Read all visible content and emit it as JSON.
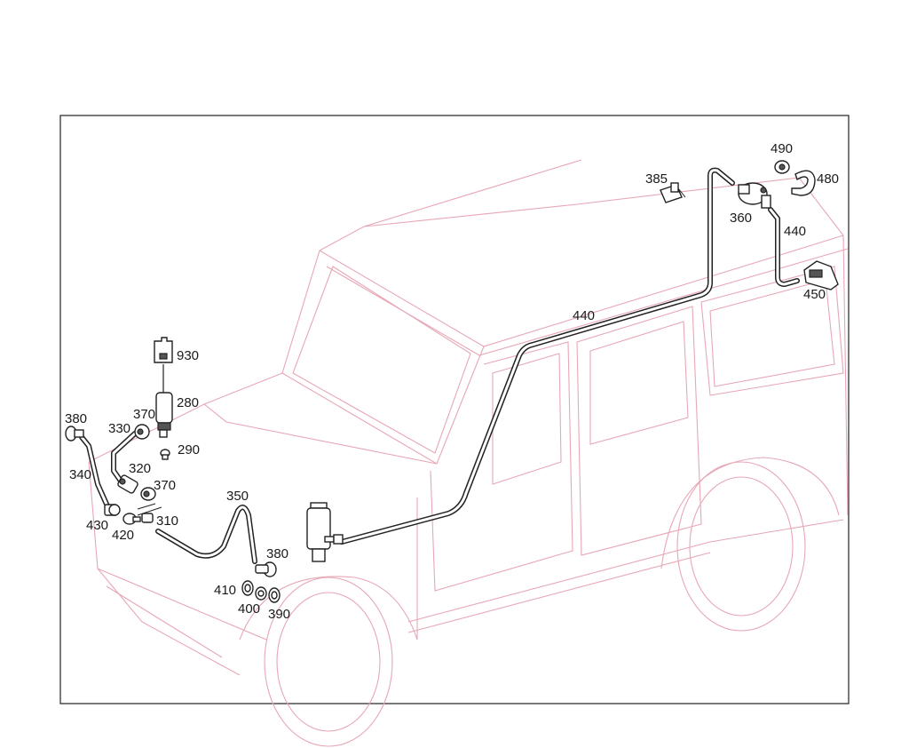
{
  "diagram": {
    "accent_colors": {
      "vehicle_outline": "#e7a7b5",
      "parts": "#222222",
      "frame": "#222222"
    },
    "callouts": {
      "c930": "930",
      "c280": "280",
      "c370a": "370",
      "c330": "330",
      "c290": "290",
      "c380a": "380",
      "c340": "340",
      "c320": "320",
      "c370b": "370",
      "c430": "430",
      "c420": "420",
      "c310": "310",
      "c350": "350",
      "c380b": "380",
      "c410": "410",
      "c400": "400",
      "c390": "390",
      "c440a": "440",
      "c440b": "440",
      "c385": "385",
      "c360": "360",
      "c490": "490",
      "c480": "480",
      "c450": "450"
    }
  }
}
